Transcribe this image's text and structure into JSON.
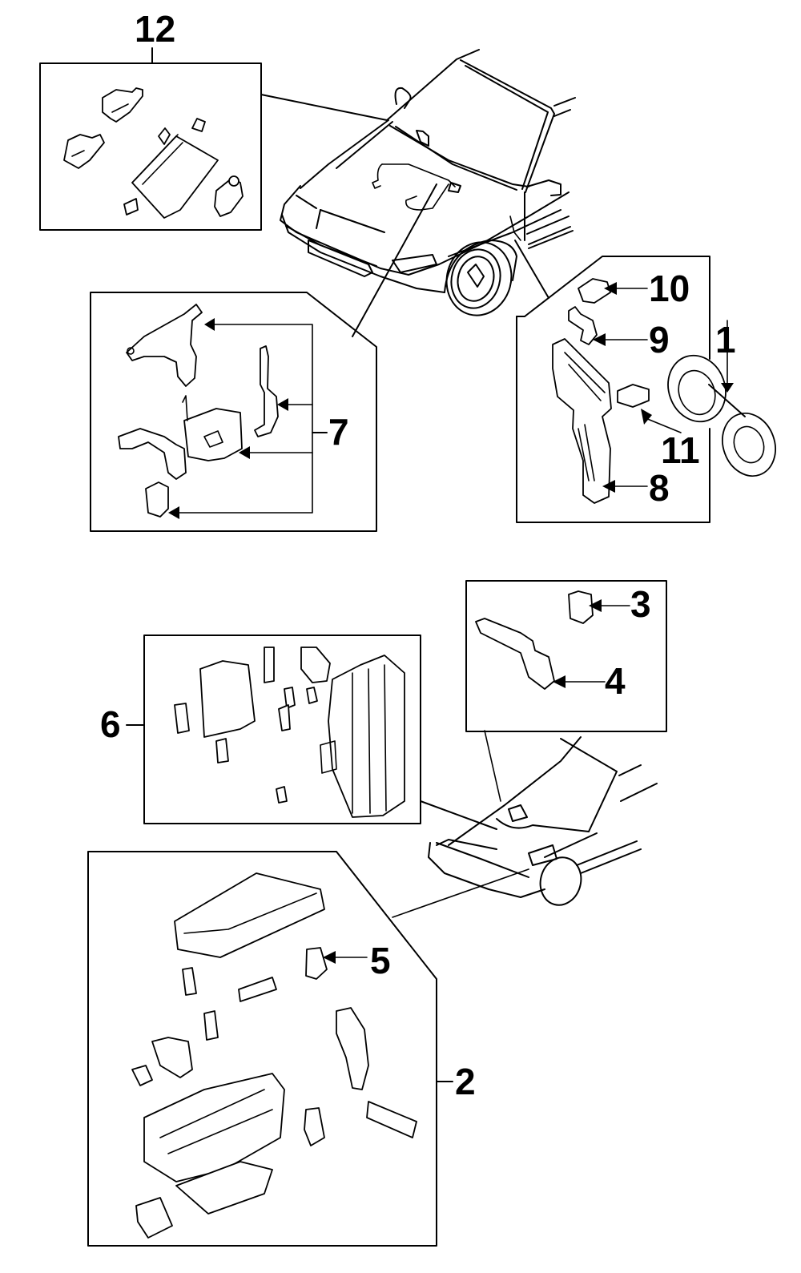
{
  "diagram": {
    "title": "Electrical components exploded parts diagram",
    "ink_color": "#000000",
    "background_color": "#ffffff",
    "callouts": [
      {
        "id": "1",
        "label": "1",
        "group": "horn"
      },
      {
        "id": "2",
        "label": "2",
        "group": "relay-box-main"
      },
      {
        "id": "3",
        "label": "3",
        "group": "hood-switch-assembly"
      },
      {
        "id": "4",
        "label": "4",
        "group": "hood-switch-assembly"
      },
      {
        "id": "5",
        "label": "5",
        "group": "relay-box-main"
      },
      {
        "id": "6",
        "label": "6",
        "group": "fuse-box-interior"
      },
      {
        "id": "7",
        "label": "7",
        "group": "bracket-module-assembly"
      },
      {
        "id": "8",
        "label": "8",
        "group": "fender-bracket-assembly"
      },
      {
        "id": "9",
        "label": "9",
        "group": "fender-bracket-assembly"
      },
      {
        "id": "10",
        "label": "10",
        "group": "fender-bracket-assembly"
      },
      {
        "id": "11",
        "label": "11",
        "group": "fender-bracket-assembly"
      },
      {
        "id": "12",
        "label": "12",
        "group": "cowl-relay-assembly"
      }
    ]
  }
}
